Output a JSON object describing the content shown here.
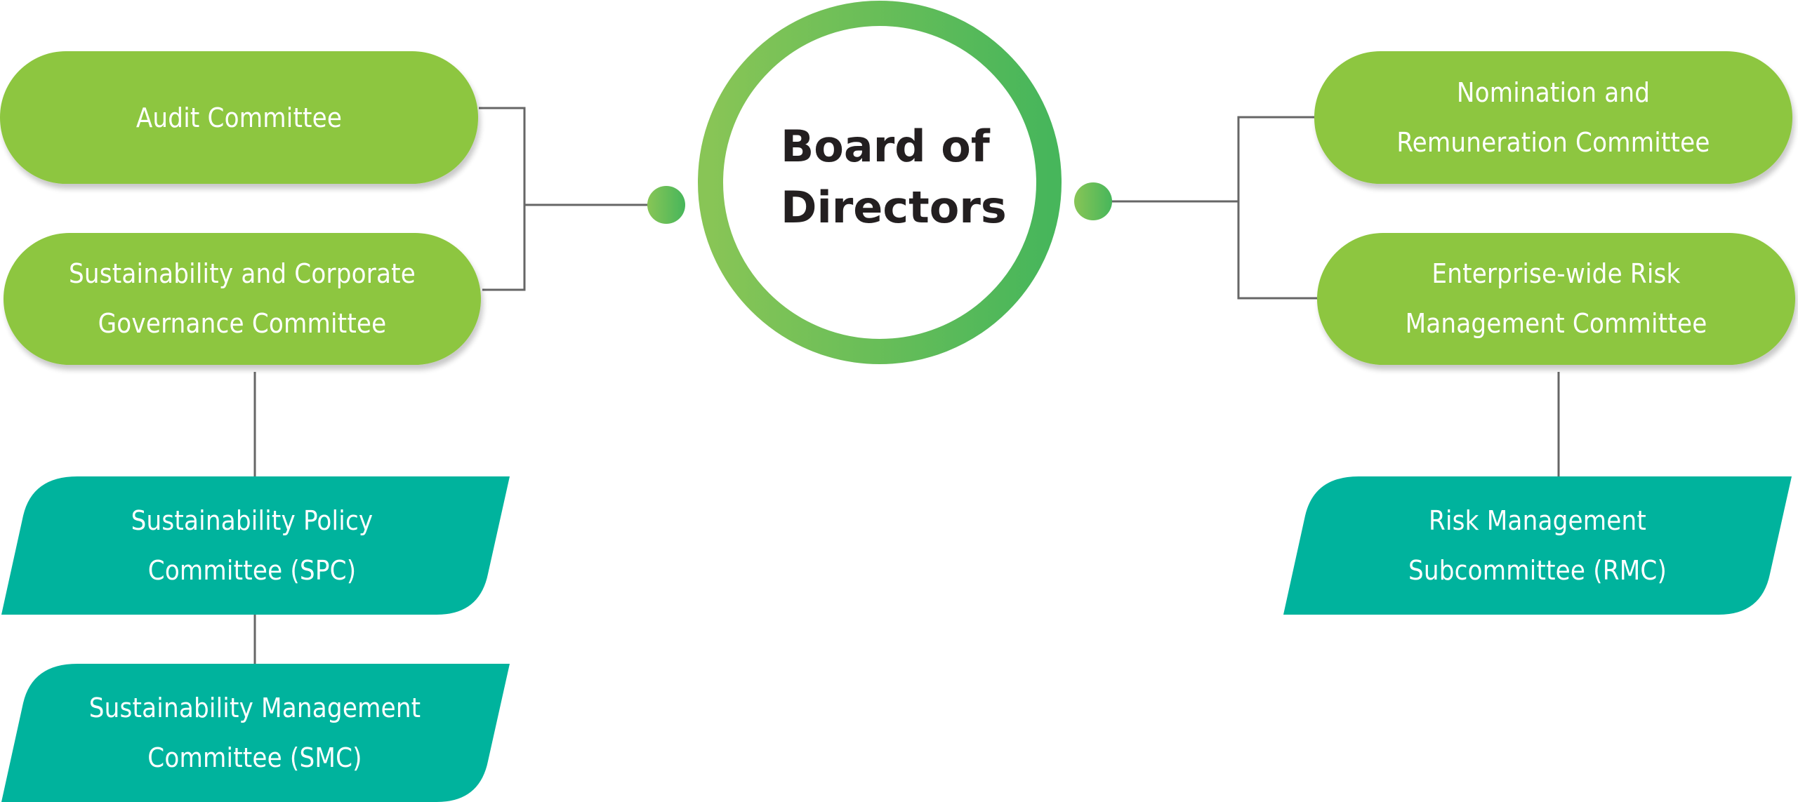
{
  "diagram": {
    "center": {
      "lines": [
        "Board of",
        "Directors"
      ]
    },
    "left_committees": [
      {
        "lines": [
          "Audit Committee"
        ]
      },
      {
        "lines": [
          "Sustainability and Corporate",
          "Governance Committee"
        ]
      }
    ],
    "right_committees": [
      {
        "lines": [
          "Nomination and",
          "Remuneration Committee"
        ]
      },
      {
        "lines": [
          "Enterprise-wide Risk",
          "Management Committee"
        ]
      }
    ],
    "left_subcommittees": [
      {
        "lines": [
          "Sustainability Policy",
          "Committee (SPC)"
        ]
      },
      {
        "lines": [
          "Sustainability Management",
          "Committee (SMC)"
        ]
      }
    ],
    "right_subcommittees": [
      {
        "lines": [
          "Risk Management",
          "Subcommittee (RMC)"
        ]
      }
    ]
  },
  "colors": {
    "committee_fill": "#8DC63F",
    "subcommittee_fill": "#00B39D",
    "ring_start": "#88C556",
    "ring_end": "#47B65B",
    "connector": "#666666",
    "center_text": "#231F20"
  }
}
